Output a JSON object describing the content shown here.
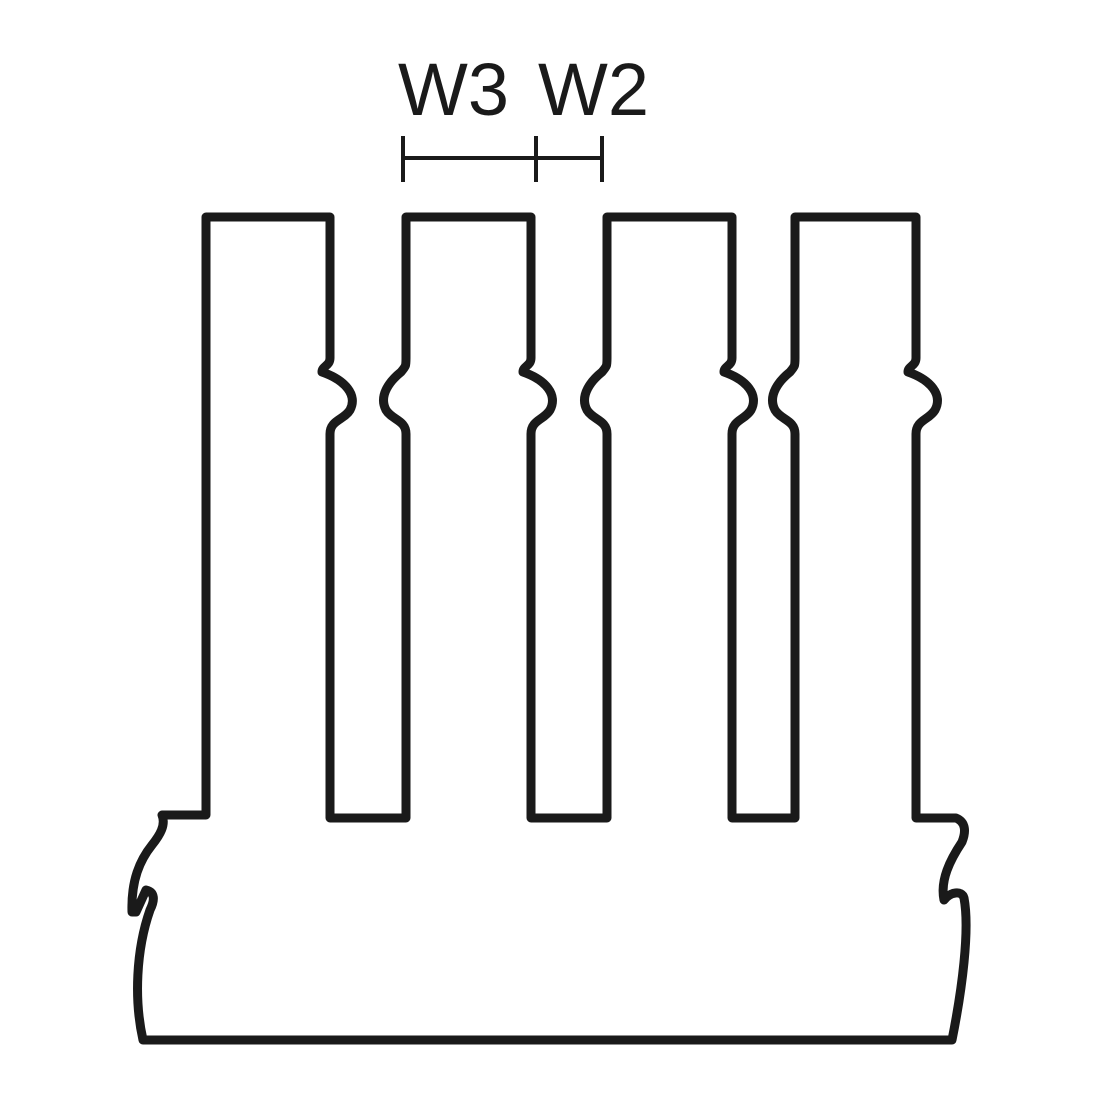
{
  "labels": {
    "w3": "W3",
    "w2": "W2"
  },
  "colors": {
    "stroke": "#1a1a1a",
    "fill": "#ffffff"
  },
  "icons": [
    "comb-outline",
    "dimension-bar"
  ]
}
